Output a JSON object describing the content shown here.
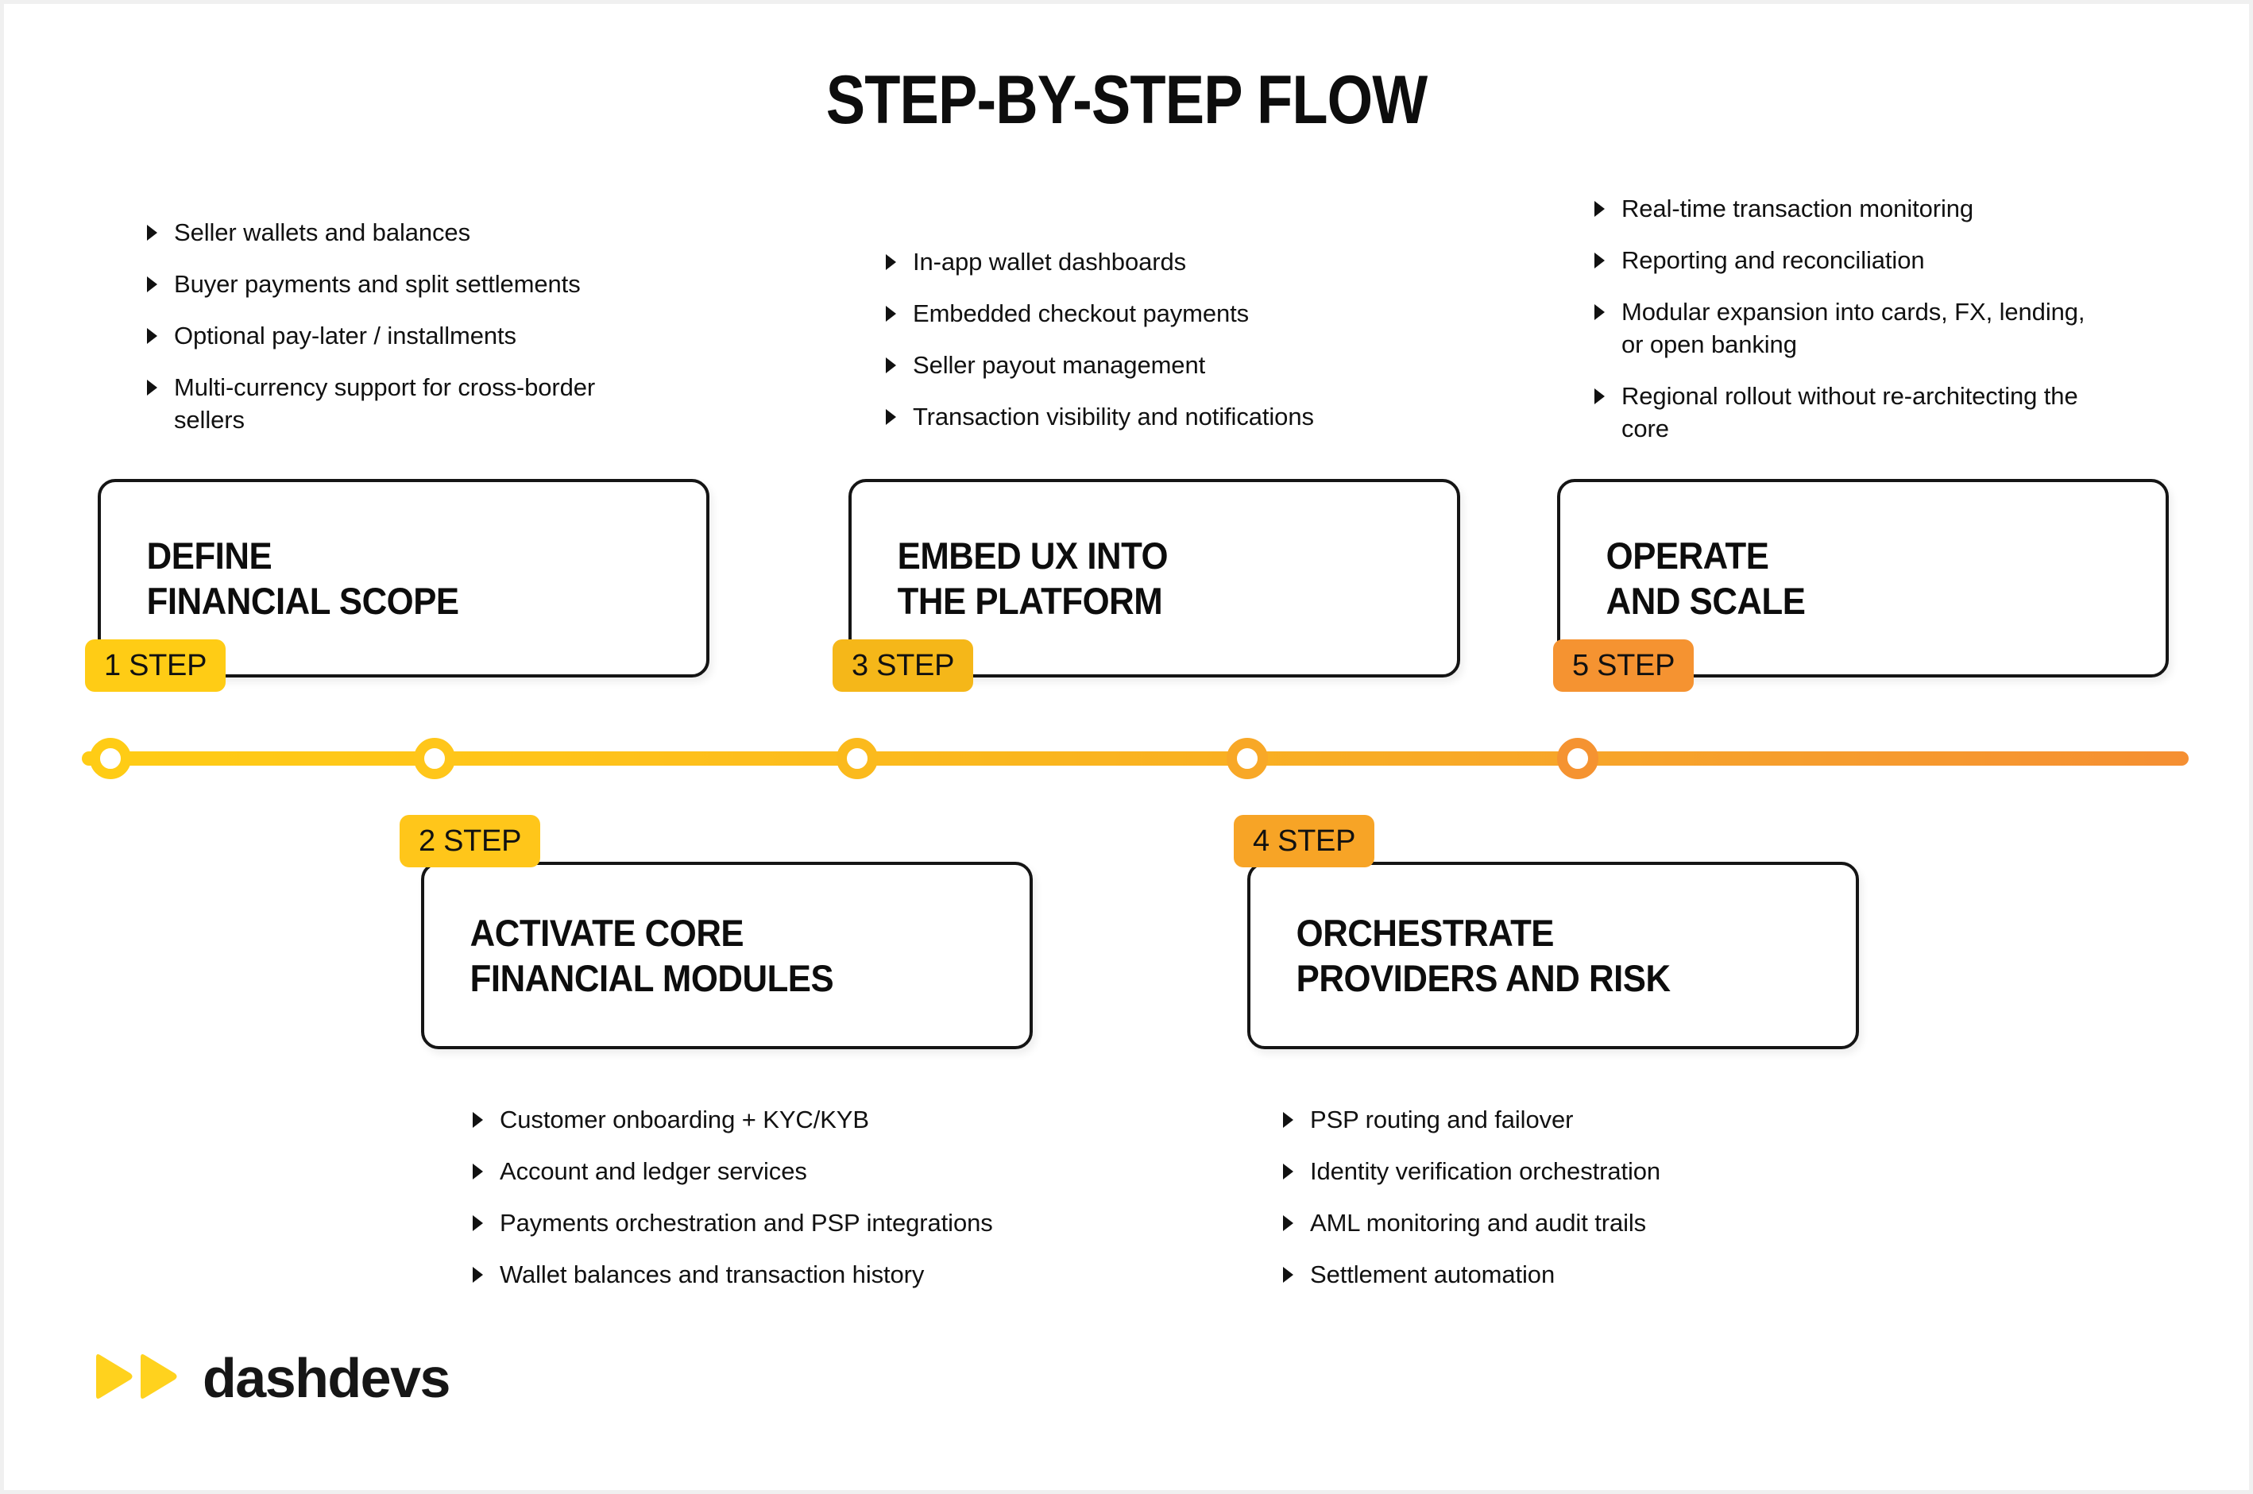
{
  "page": {
    "title": "STEP-BY-STEP FLOW",
    "background": "#FFFFFF"
  },
  "colors": {
    "accent_yellow": "#FFCC15",
    "accent_amber": "#F5B719",
    "accent_orange": "#F59331",
    "text": "#111111",
    "card_border": "#151515"
  },
  "logo": {
    "name": "dashdevs",
    "mark": "double-play-triangle-icon",
    "mark_color": "#FFD21E"
  },
  "timeline": {
    "line_gradient_from": "#FFCC15",
    "line_gradient_to": "#F58F32",
    "nodes": [
      {
        "step": 1,
        "color": "#FFCC15"
      },
      {
        "step": 2,
        "color": "#FFC61A"
      },
      {
        "step": 3,
        "color": "#FBBA1D"
      },
      {
        "step": 4,
        "color": "#F8A827"
      },
      {
        "step": 5,
        "color": "#F59331"
      }
    ]
  },
  "steps": [
    {
      "badge": "1 STEP",
      "badge_color": "#FFCC15",
      "title": "DEFINE\nFINANCIAL SCOPE",
      "position": "above",
      "bullets": [
        "Seller wallets and balances",
        "Buyer payments and split settlements",
        "Optional pay-later / installments",
        "Multi-currency support for cross-border sellers"
      ]
    },
    {
      "badge": "2 STEP",
      "badge_color": "#FFC61A",
      "title": "ACTIVATE CORE\nFINANCIAL MODULES",
      "position": "below",
      "bullets": [
        "Customer onboarding + KYC/KYB",
        "Account and ledger services",
        "Payments orchestration and PSP integrations",
        "Wallet balances and transaction history"
      ]
    },
    {
      "badge": "3 STEP",
      "badge_color": "#F5B719",
      "title": "EMBED UX INTO\nTHE PLATFORM",
      "position": "above",
      "bullets": [
        "In-app wallet dashboards",
        "Embedded checkout payments",
        "Seller payout management",
        "Transaction visibility and notifications"
      ]
    },
    {
      "badge": "4 STEP",
      "badge_color": "#F7A426",
      "title": "ORCHESTRATE\nPROVIDERS AND RISK",
      "position": "below",
      "bullets": [
        "PSP routing and failover",
        "Identity verification orchestration",
        "AML monitoring and audit trails",
        "Settlement automation"
      ]
    },
    {
      "badge": "5 STEP",
      "badge_color": "#F59331",
      "title": "OPERATE\nAND SCALE",
      "position": "above",
      "bullets": [
        "Real-time transaction monitoring",
        "Reporting and reconciliation",
        "Modular expansion into cards, FX, lending, or open banking",
        "Regional rollout without re-architecting the core"
      ]
    }
  ]
}
